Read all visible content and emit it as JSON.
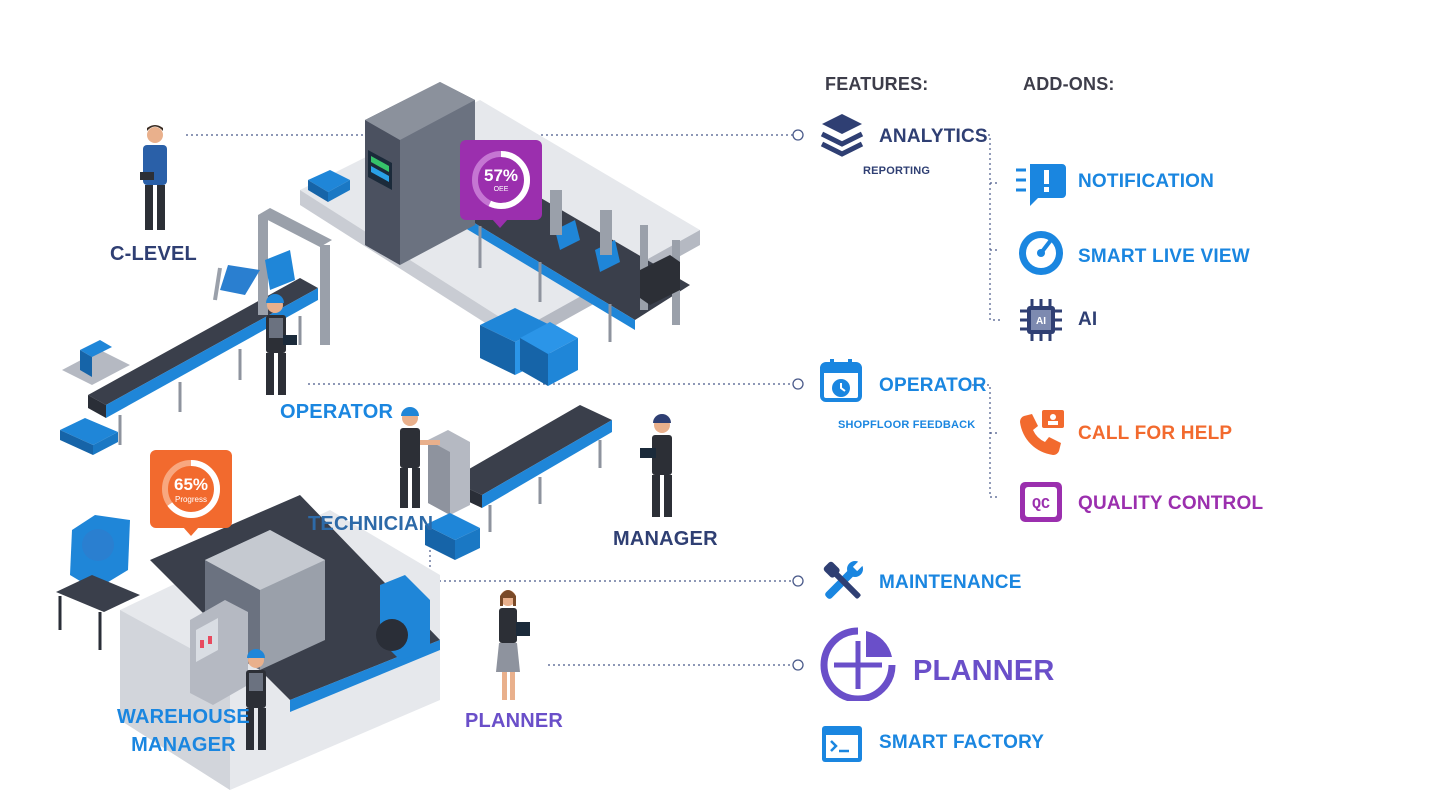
{
  "headers": {
    "features": "FEATURES:",
    "addons": "ADD-ONS:"
  },
  "roles": {
    "c_level": "C-LEVEL",
    "operator": "OPERATOR",
    "technician": "TECHNICIAN",
    "manager": "MANAGER",
    "warehouse_line1": "WAREHOUSE",
    "warehouse_line2": "MANAGER",
    "planner": "PLANNER"
  },
  "badges": {
    "oee": {
      "value": "57%",
      "caption": "OEE",
      "level": 0.57,
      "color": "#9b2fae"
    },
    "progress": {
      "value": "65%",
      "caption": "Progress",
      "level": 0.65,
      "color": "#f26a2e"
    }
  },
  "features": {
    "analytics": {
      "label": "ANALYTICS",
      "sub": "REPORTING",
      "icon": "layers-icon"
    },
    "operator": {
      "label": "OPERATOR",
      "sub": "SHOPFLOOR FEEDBACK",
      "icon": "calendar-clock-icon"
    },
    "maintenance": {
      "label": "MAINTENANCE",
      "icon": "wrench-screwdriver-icon"
    },
    "planner": {
      "label": "PLANNER",
      "icon": "target-clock-icon"
    },
    "smart_factory": {
      "label": "SMART FACTORY",
      "icon": "terminal-window-icon"
    }
  },
  "addons": {
    "notification": {
      "label": "NOTIFICATION",
      "icon": "alert-bubble-icon"
    },
    "smart_live_view": {
      "label": "SMART LIVE VIEW",
      "icon": "gauge-icon"
    },
    "ai": {
      "label": "AI",
      "ai_chip_text": "AI",
      "icon": "chip-icon"
    },
    "call_for_help": {
      "label": "CALL FOR HELP",
      "icon": "phone-icon"
    },
    "quality_control": {
      "label": "QUALITY CONTROL",
      "qc_text": "QC",
      "icon": "qc-badge-icon"
    }
  },
  "colors": {
    "navy": "#2f3f73",
    "blue": "#1a86e0",
    "purple": "#9b2fae",
    "violet": "#6a4fc9",
    "orange": "#f26a2e",
    "dark_text": "#3d3d4a"
  }
}
